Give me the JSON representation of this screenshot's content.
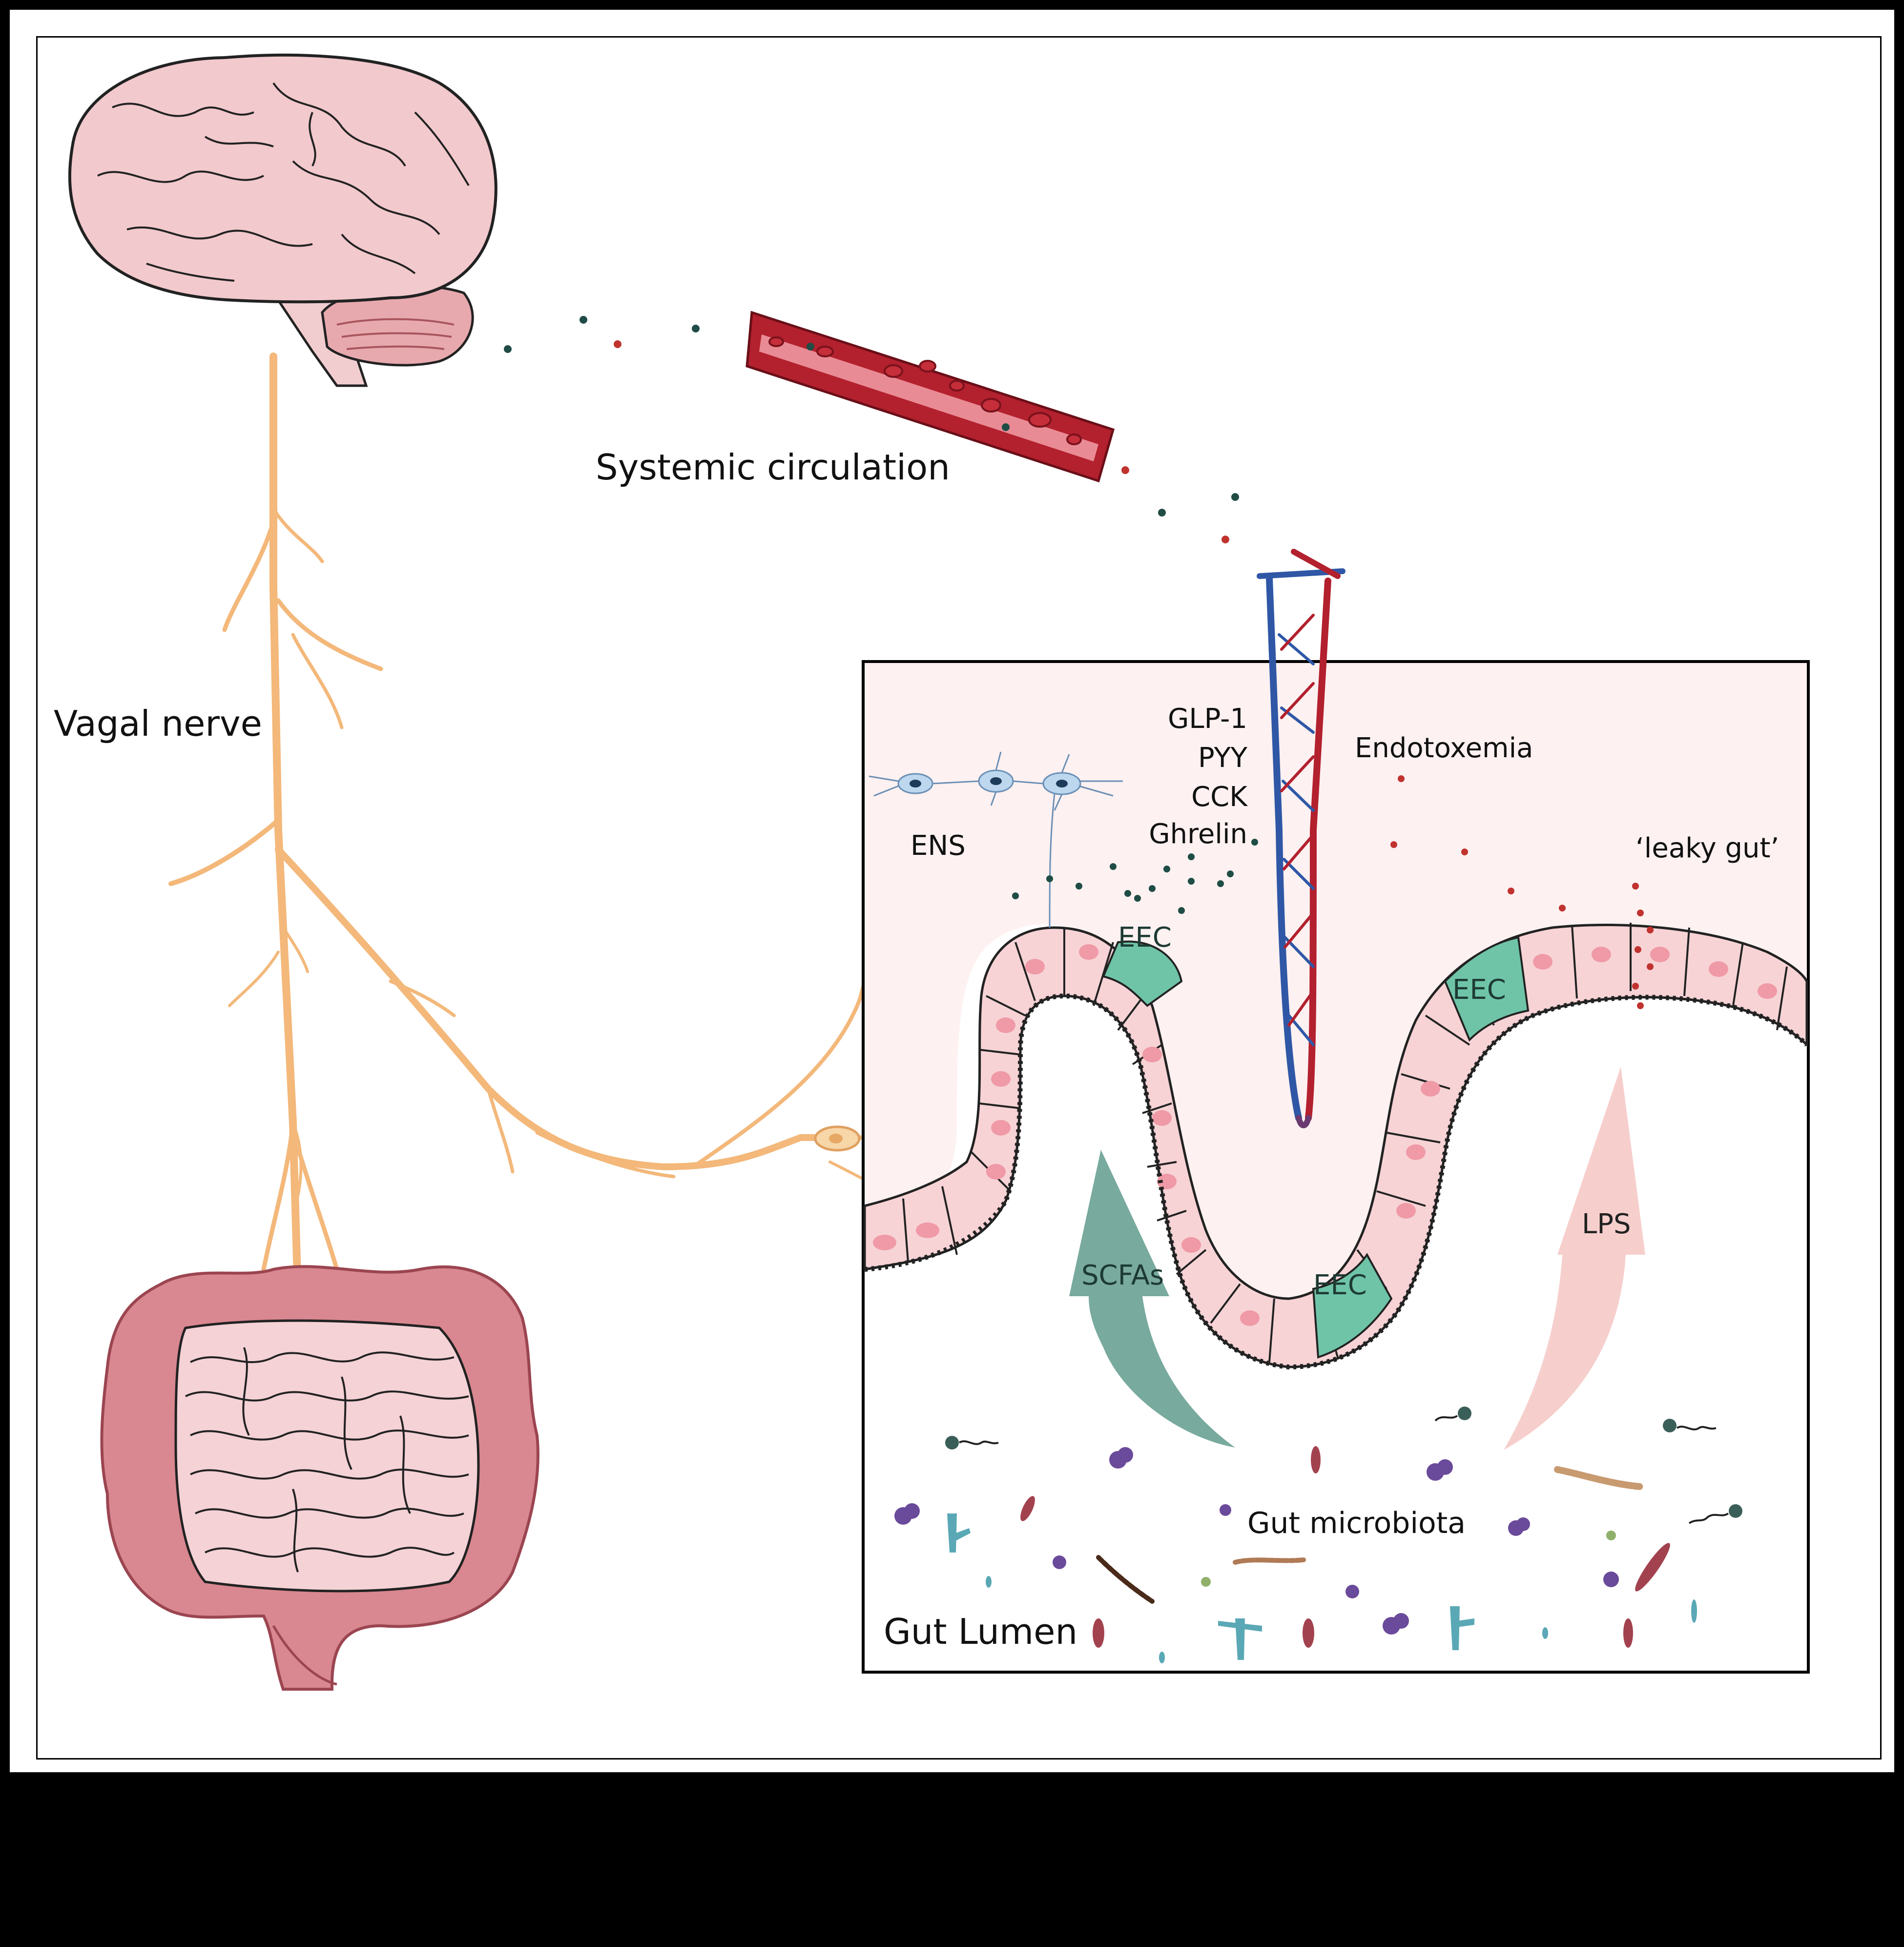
{
  "labels": {
    "systemic_circulation": "Systemic circulation",
    "vagal_nerve": "Vagal nerve",
    "ens": "ENS",
    "hormones": [
      "GLP-1",
      "PYY",
      "CCK",
      "Ghrelin"
    ],
    "endotoxemia": "Endotoxemia",
    "leaky_gut": "‘leaky gut’",
    "eec": "EEC",
    "scfas": "SCFAs",
    "lps": "LPS",
    "gut_microbiota": "Gut microbiota",
    "gut_lumen": "Gut Lumen"
  },
  "colors": {
    "brain": "#f2c9cd",
    "nerve": "#f3b87a",
    "vessel_red": "#b3202e",
    "vessel_blue": "#2f57a6",
    "cell": "#f7d3d6",
    "nucleus": "#ef9aa6",
    "eec": "#6fc4a8",
    "scfa_arrow": "#78aa9d",
    "lps_arrow": "#f6cfcd",
    "inset_bg": "#fdf1f1",
    "dot_green": "#1f4d45",
    "dot_red": "#c0332f"
  }
}
